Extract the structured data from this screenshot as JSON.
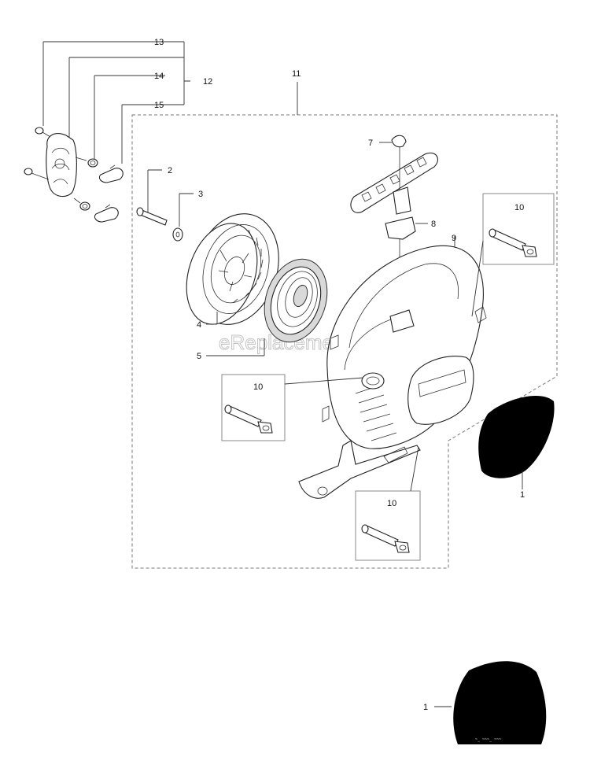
{
  "watermark": "eReplacementParts.com",
  "callouts": {
    "c13": "13",
    "c14": "14",
    "c12": "12",
    "c15": "15",
    "c11": "11",
    "c7": "7",
    "c2": "2",
    "c3": "3",
    "c8": "8",
    "c10a": "10",
    "c9": "9",
    "c4": "4",
    "c5": "5",
    "c10b": "10",
    "c10c": "10",
    "c1a": "1",
    "c1b": "1"
  },
  "label_fine_print": "~_ ~~~_ ~~~"
}
